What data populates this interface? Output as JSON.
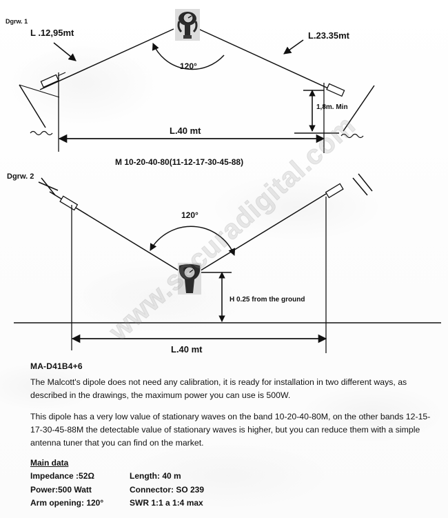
{
  "document": {
    "watermark": "www.securadigital.com"
  },
  "diagram1": {
    "title": "Dgrw. 1",
    "left_leg_label": "L .12,95mt",
    "right_leg_label": "L.23.35mt",
    "apex_angle_label": "120°",
    "height_label": "1,8m. Min",
    "span_label": "L.40 mt",
    "bands_label": "M 10-20-40-80(11-12-17-30-45-88)",
    "center_icon": "balun-photo",
    "end_icon": "insulator-icon"
  },
  "diagram2": {
    "title": "Dgrw. 2",
    "apex_angle_label": "120°",
    "height_label": "H 0.25 from the ground",
    "span_label": "L.40 mt",
    "center_icon": "balun-photo",
    "end_icon": "insulator-icon"
  },
  "content": {
    "model": "MA-D41B4+6",
    "paragraph1": "The Malcott's dipole does not need any calibration, it is ready for installation  in two different ways, as described in the drawings, the maximum power  you can use is 500W.",
    "paragraph2": "This dipole has  a very low  value of stationary waves on the band 10-20-40-80M, on the other bands 12-15-17-30-45-88M the detectable value of stationary waves is higher, but you can reduce them with a simple antenna tuner that you can find on the market.",
    "main_data_title": "Main data",
    "specs_left": [
      "Impedance :52Ω",
      "Power:500 Watt",
      "Arm opening: 120°"
    ],
    "specs_right": [
      "Length: 40 m",
      "Connector: SO 239",
      "SWR 1:1 a 1:4 max"
    ]
  }
}
